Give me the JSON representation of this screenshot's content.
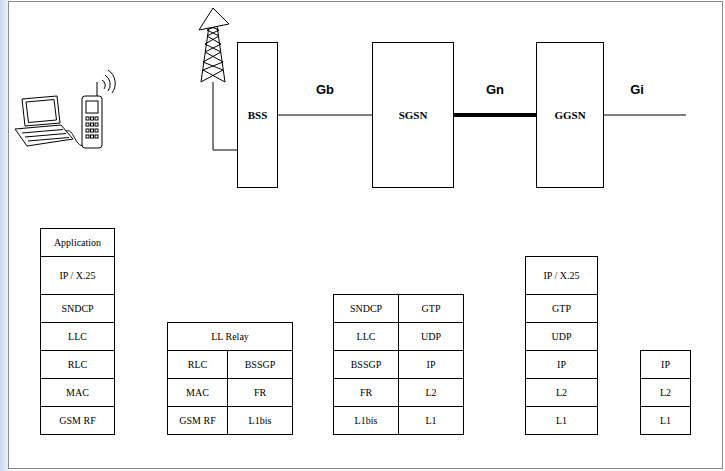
{
  "diagram": {
    "nodes": [
      {
        "text": [
          "BSS"
        ]
      },
      {
        "text": [
          "SGSN"
        ]
      },
      {
        "text": [
          "GGSN"
        ]
      },
      {
        "text": [
          "Application"
        ]
      },
      {
        "text": [
          "IP / X.25"
        ]
      },
      {
        "text": [
          "SNDCP"
        ]
      },
      {
        "text": [
          "LLC"
        ]
      },
      {
        "text": [
          "RLC"
        ]
      },
      {
        "text": [
          "MAC"
        ]
      },
      {
        "text": [
          "GSM RF"
        ]
      },
      {
        "text": [
          "LL Relay"
        ]
      },
      {
        "text": [
          "RLC"
        ]
      },
      {
        "text": [
          "BSSGP"
        ]
      },
      {
        "text": [
          "MAC"
        ]
      },
      {
        "text": [
          "FR"
        ]
      },
      {
        "text": [
          "GSM RF"
        ]
      },
      {
        "text": [
          "L1bis"
        ]
      },
      {
        "text": [
          "SNDCP"
        ]
      },
      {
        "text": [
          "GTP"
        ]
      },
      {
        "text": [
          "LLC"
        ]
      },
      {
        "text": [
          "UDP"
        ]
      },
      {
        "text": [
          "BSSGP"
        ]
      },
      {
        "text": [
          "IP"
        ]
      },
      {
        "text": [
          "FR"
        ]
      },
      {
        "text": [
          "L2"
        ]
      },
      {
        "text": [
          "L1bis"
        ]
      },
      {
        "text": [
          "L1"
        ]
      },
      {
        "text": [
          "IP / X.25"
        ]
      },
      {
        "text": [
          "GTP"
        ]
      },
      {
        "text": [
          "UDP"
        ]
      },
      {
        "text": [
          "IP"
        ]
      },
      {
        "text": [
          "L2"
        ]
      },
      {
        "text": [
          "L1"
        ]
      },
      {
        "text": [
          "IP"
        ]
      },
      {
        "text": [
          "L2"
        ]
      },
      {
        "text": [
          "L1"
        ]
      }
    ],
    "edges": [
      {
        "from": 0,
        "to": 1,
        "label": "Gb",
        "arrow": "none"
      },
      {
        "from": 1,
        "to": 2,
        "label": "Gn",
        "arrow": "none"
      }
    ],
    "labels": [
      "Gi"
    ]
  }
}
